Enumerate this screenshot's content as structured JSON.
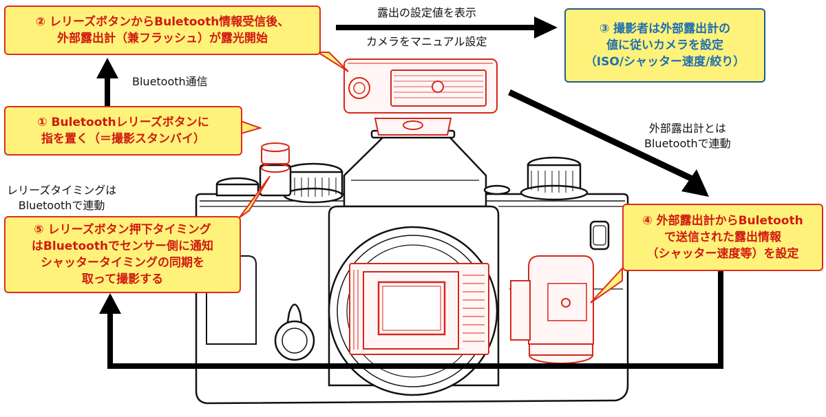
{
  "colors": {
    "callout_fill": "#fff27a",
    "callout_border": "#e02a1c",
    "callout_text": "#d01a10",
    "step3_border": "#1f5a88",
    "step3_text": "#1f6fb0",
    "arrow": "#000000",
    "highlight_parts": "#d4271c"
  },
  "callouts": {
    "step2": {
      "line1": "② レリーズボタンからBuletooth情報受信後、",
      "line2": "外部露出計（兼フラッシュ）が露光開始"
    },
    "step3": {
      "line1": "③ 撮影者は外部露出計の",
      "line2": "値に従いカメラを設定",
      "line3": "（ISO/シャッター速度/絞り）"
    },
    "step1": {
      "line1": "① Buletoothレリーズボタンに",
      "line2": "指を置く（＝撮影スタンバイ）"
    },
    "step4": {
      "line1": "④ 外部露出計からBuletooth",
      "line2": "で送信された露出情報",
      "line3": "（シャッター速度等）を設定"
    },
    "step5": {
      "line1": "⑤ レリーズボタン押下タイミング",
      "line2": "はBluetoothでセンサー側に通知",
      "line3": "シャッタータイミングの同期を",
      "line4": "取って撮影する"
    }
  },
  "labels": {
    "exposure_display": "露出の設定値を表示",
    "manual_setting": "カメラをマニュアル設定",
    "bluetooth_comm": "Bluetooth通信",
    "meter_link_line1": "外部露出計とは",
    "meter_link_line2": "Bluetoothで連動",
    "release_timing_line1": "レリーズタイミングは",
    "release_timing_line2": "Bluetoothで連動"
  },
  "icons": {
    "camera": "camera-body-icon",
    "meter": "exposure-meter-flash-icon",
    "release_button": "bluetooth-release-button-icon",
    "sensor": "image-sensor-icon",
    "receiver": "bluetooth-receiver-module-icon"
  }
}
